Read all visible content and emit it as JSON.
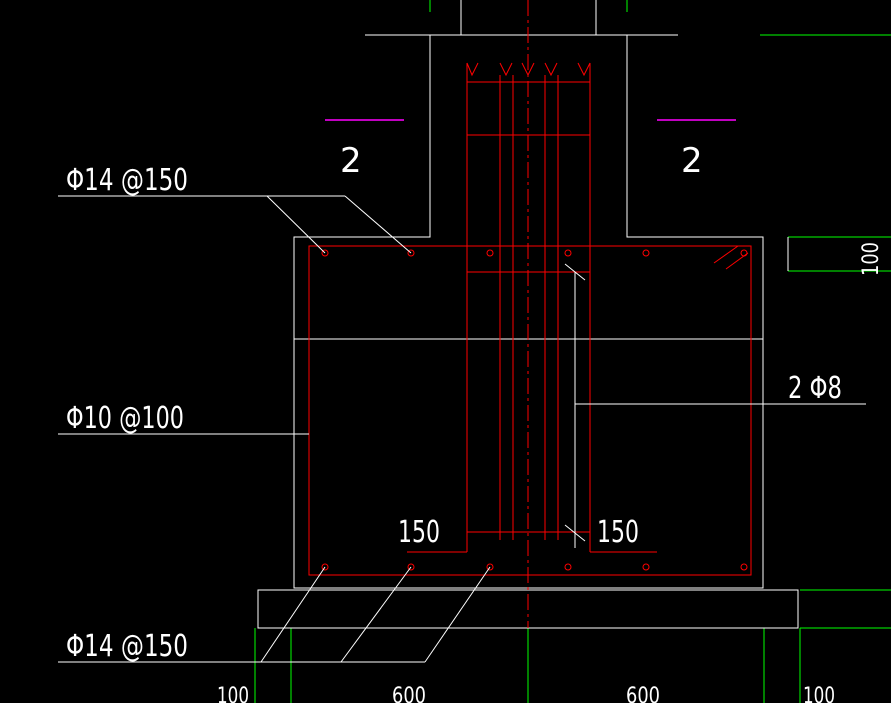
{
  "drawing": {
    "colors": {
      "background": "#000000",
      "outline": "#ffffff",
      "rebar": "#ff0000",
      "axis": "#00ff00",
      "section_mark": "#ff00ff"
    },
    "section_marks": [
      "2",
      "2"
    ],
    "labels": {
      "top_slab_rebar": "Φ14 @150",
      "side_stirrup": "Φ10 @100",
      "bottom_slab_rebar": "Φ14 @150",
      "tie_bars": "2 Φ8",
      "hook_left": "150",
      "hook_right": "150",
      "cover_top": "100"
    },
    "dimensions": [
      "100",
      "600",
      "600",
      "100"
    ]
  }
}
